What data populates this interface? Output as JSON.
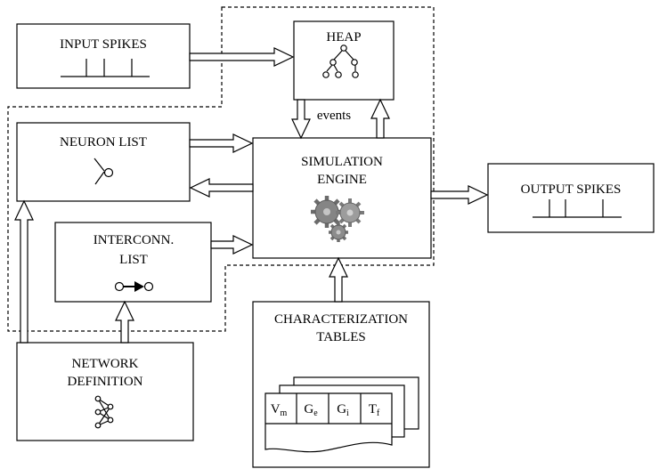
{
  "blocks": {
    "input_spikes": "INPUT SPIKES",
    "heap": "HEAP",
    "events": "events",
    "neuron_list": "NEURON LIST",
    "simulation_engine_line1": "SIMULATION",
    "simulation_engine_line2": "ENGINE",
    "output_spikes": "OUTPUT SPIKES",
    "interconn_line1": "INTERCONN.",
    "interconn_line2": "LIST",
    "network_def_line1": "NETWORK",
    "network_def_line2": "DEFINITION",
    "char_tables_line1": "CHARACTERIZATION",
    "char_tables_line2": "TABLES"
  },
  "table_columns": [
    {
      "main": "V",
      "sub": "m"
    },
    {
      "main": "G",
      "sub": "e"
    },
    {
      "main": "G",
      "sub": "i"
    },
    {
      "main": "T",
      "sub": "f"
    }
  ]
}
